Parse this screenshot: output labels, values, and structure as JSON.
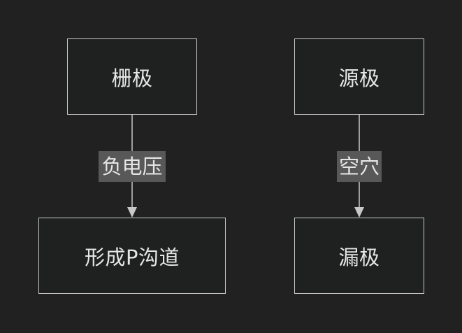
{
  "diagram": {
    "nodes": {
      "gate": "栅极",
      "source": "源极",
      "p_channel": "形成P沟道",
      "drain": "漏极"
    },
    "edges": [
      {
        "from": "gate",
        "to": "p_channel",
        "label": "负电压"
      },
      {
        "from": "source",
        "to": "drain",
        "label": "空穴"
      }
    ],
    "colors": {
      "background": "#212121",
      "node_border": "#c8c8c8",
      "node_fill": "#1f2020",
      "text": "#e6e6e6",
      "edge_label_bg": "#585858",
      "edge_line": "#c8c8c8"
    }
  }
}
